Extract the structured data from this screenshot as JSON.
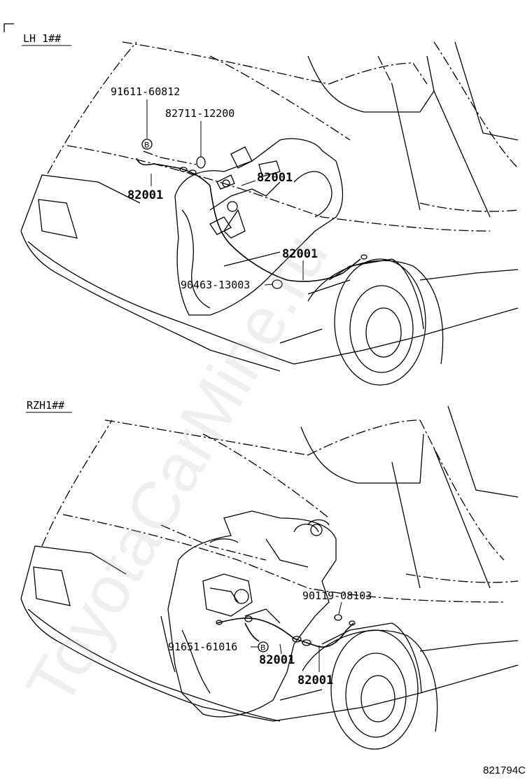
{
  "diagram": {
    "sections": [
      {
        "header": "LH 1##",
        "labels": [
          "91611-60812",
          "82711-12200",
          "82001",
          "82001",
          "82001",
          "90463-13003"
        ],
        "markers": [
          "B"
        ]
      },
      {
        "header": "RZH1##",
        "labels": [
          "90119-08103",
          "91651-61016",
          "82001",
          "82001"
        ],
        "markers": [
          "B"
        ]
      }
    ],
    "watermark": "ToyotaCarMine.ru",
    "drawing_code": "821794C"
  }
}
